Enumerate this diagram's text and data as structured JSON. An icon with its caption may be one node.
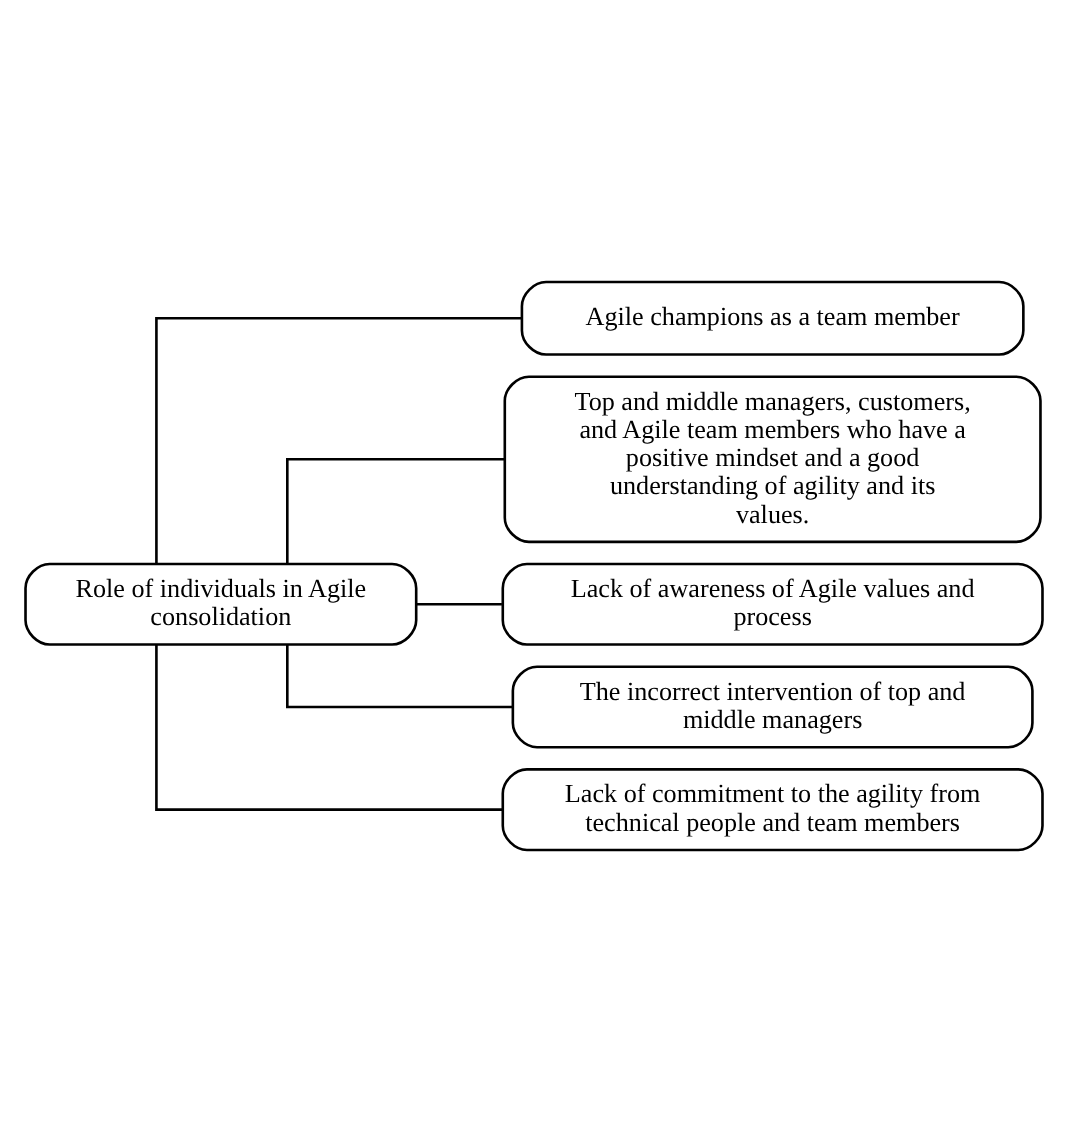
{
  "diagram": {
    "nodes": [
      {
        "text": [
          "Role of individuals in Agile consolidation"
        ]
      },
      {
        "text": [
          "Agile champions as a team member"
        ]
      },
      {
        "text": [
          "Top and middle managers, customers, and Agile team members who have a positive mindset and a good understanding of agility and its values."
        ]
      },
      {
        "text": [
          "Lack of awareness of Agile values and process"
        ]
      },
      {
        "text": [
          "The incorrect intervention of top and middle managers"
        ]
      },
      {
        "text": [
          "Lack of commitment to the agility from technical people and team members"
        ]
      }
    ],
    "edges": [
      {
        "from": 0,
        "to": 1,
        "arrow": "none"
      },
      {
        "from": 0,
        "to": 2,
        "arrow": "none"
      },
      {
        "from": 0,
        "to": 3,
        "arrow": "none"
      },
      {
        "from": 0,
        "to": 4,
        "arrow": "none"
      },
      {
        "from": 0,
        "to": 5,
        "arrow": "none"
      }
    ]
  }
}
